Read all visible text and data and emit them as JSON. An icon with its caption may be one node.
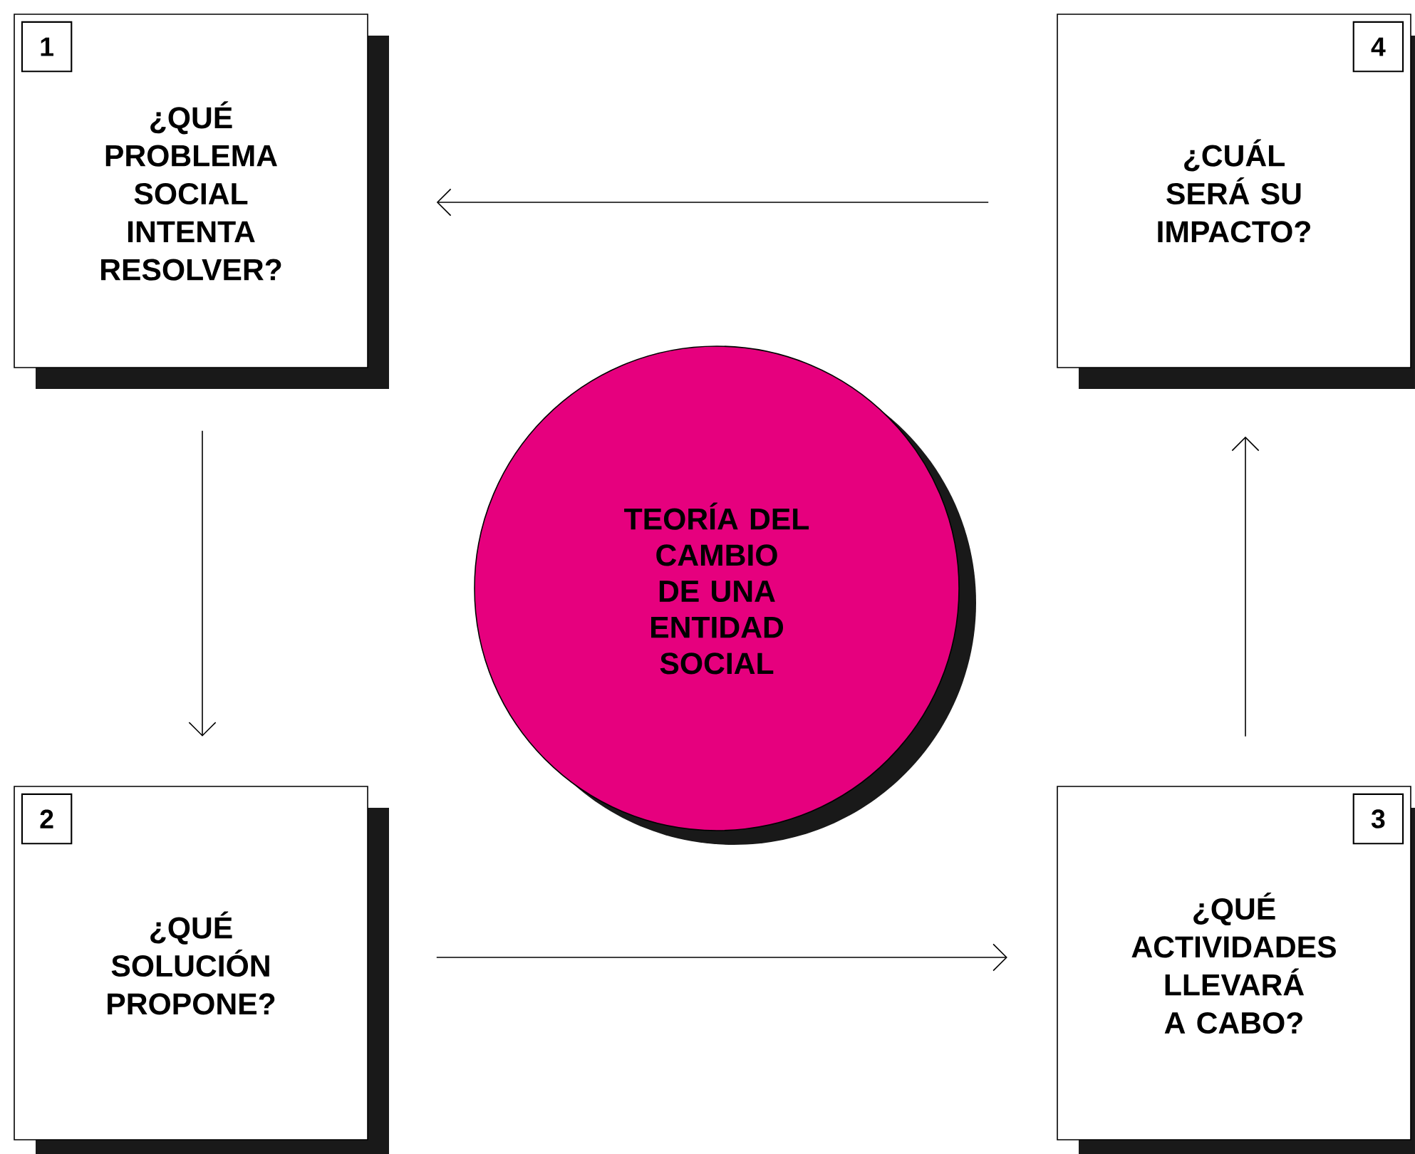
{
  "diagram": {
    "nodes": [
      {
        "text": [
          "¿QUÉ PROBLEMA SOCIAL INTENTA RESOLVER?"
        ]
      },
      {
        "text": [
          "1"
        ],
        "in": 0
      },
      {
        "text": [
          "¿CUÁL SERÁ SU IMPACTO?"
        ]
      },
      {
        "text": [
          "4"
        ],
        "in": 2
      },
      {
        "text": [
          "TEORÍA DEL CAMBIO DE UNA ENTIDAD SOCIAL"
        ]
      },
      {
        "text": [
          "¿QUÉ SOLUCIÓN PROPONE?"
        ]
      },
      {
        "text": [
          "2"
        ],
        "in": 5
      },
      {
        "text": [
          "¿QUÉ ACTIVIDADES LLEVARÁ A CABO?"
        ]
      },
      {
        "text": [
          "3"
        ],
        "in": 7
      }
    ],
    "edges": [
      {
        "from": 2,
        "to": 0,
        "arrow": "to"
      },
      {
        "from": 0,
        "to": 5,
        "arrow": "to"
      },
      {
        "from": 5,
        "to": 7,
        "arrow": "to"
      },
      {
        "from": 7,
        "to": 2,
        "arrow": "to"
      }
    ]
  }
}
